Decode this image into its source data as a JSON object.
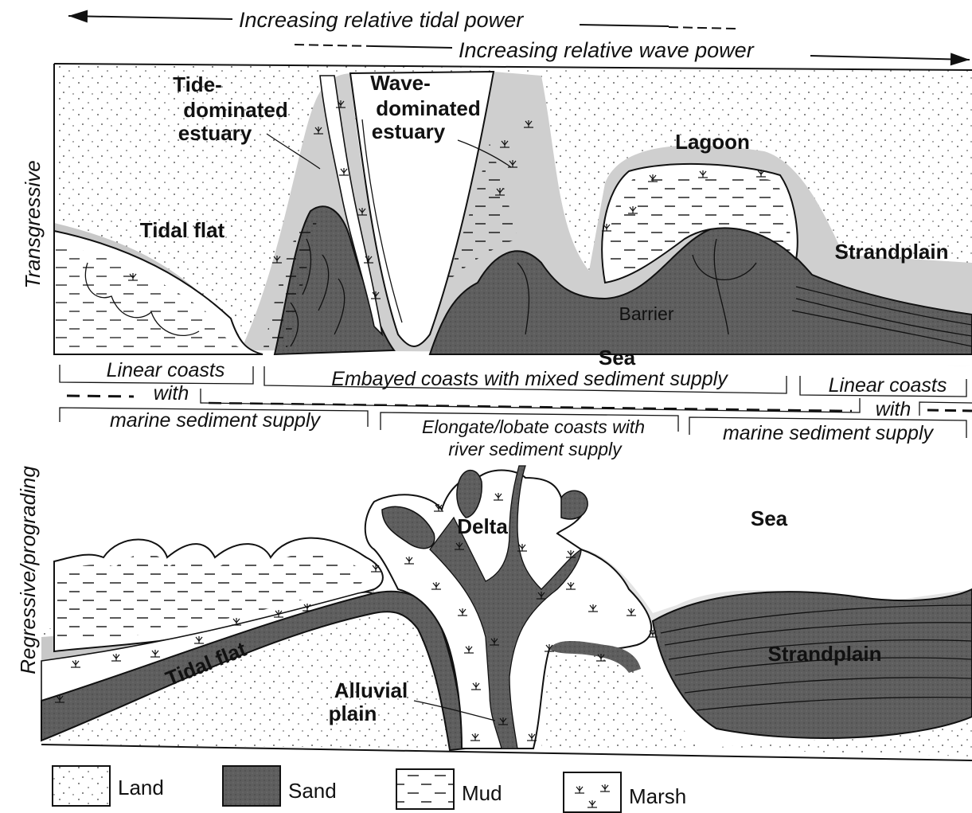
{
  "header": {
    "tidal_power": "Increasing relative tidal power",
    "wave_power": "Increasing relative wave power"
  },
  "axis_labels": {
    "transgressive": "Transgressive",
    "regressive": "Regressive/prograding"
  },
  "upper_panel": {
    "tide_estuary": [
      "Tide-",
      "dominated",
      "estuary"
    ],
    "wave_estuary": [
      "Wave-",
      "dominated",
      "estuary"
    ],
    "lagoon": "Lagoon",
    "tidal_flat": "Tidal flat",
    "strandplain": "Strandplain",
    "barrier": "Barrier",
    "sea": "Sea"
  },
  "middle_band": {
    "linear_left_1": "Linear coasts",
    "linear_left_2": "with",
    "linear_left_3": "marine sediment supply",
    "embayed": "Embayed coasts with mixed sediment supply",
    "elongate_1": "Elongate/lobate coasts with",
    "elongate_2": "river sediment supply",
    "linear_right_1": "Linear coasts",
    "linear_right_2": "with",
    "linear_right_3": "marine sediment supply"
  },
  "lower_panel": {
    "delta": "Delta",
    "sea": "Sea",
    "tidal_flat": "Tidal flat",
    "alluvial": [
      "Alluvial",
      "plain"
    ],
    "strandplain": "Strandplain"
  },
  "legend": [
    {
      "label": "Land"
    },
    {
      "label": "Sand"
    },
    {
      "label": "Mud"
    },
    {
      "label": "Marsh"
    }
  ],
  "colors": {
    "sand": "#5e5e5e",
    "sand_dark": "#474747",
    "halo": "#bdbdbd",
    "line": "#111111",
    "land": "#ffffff"
  }
}
